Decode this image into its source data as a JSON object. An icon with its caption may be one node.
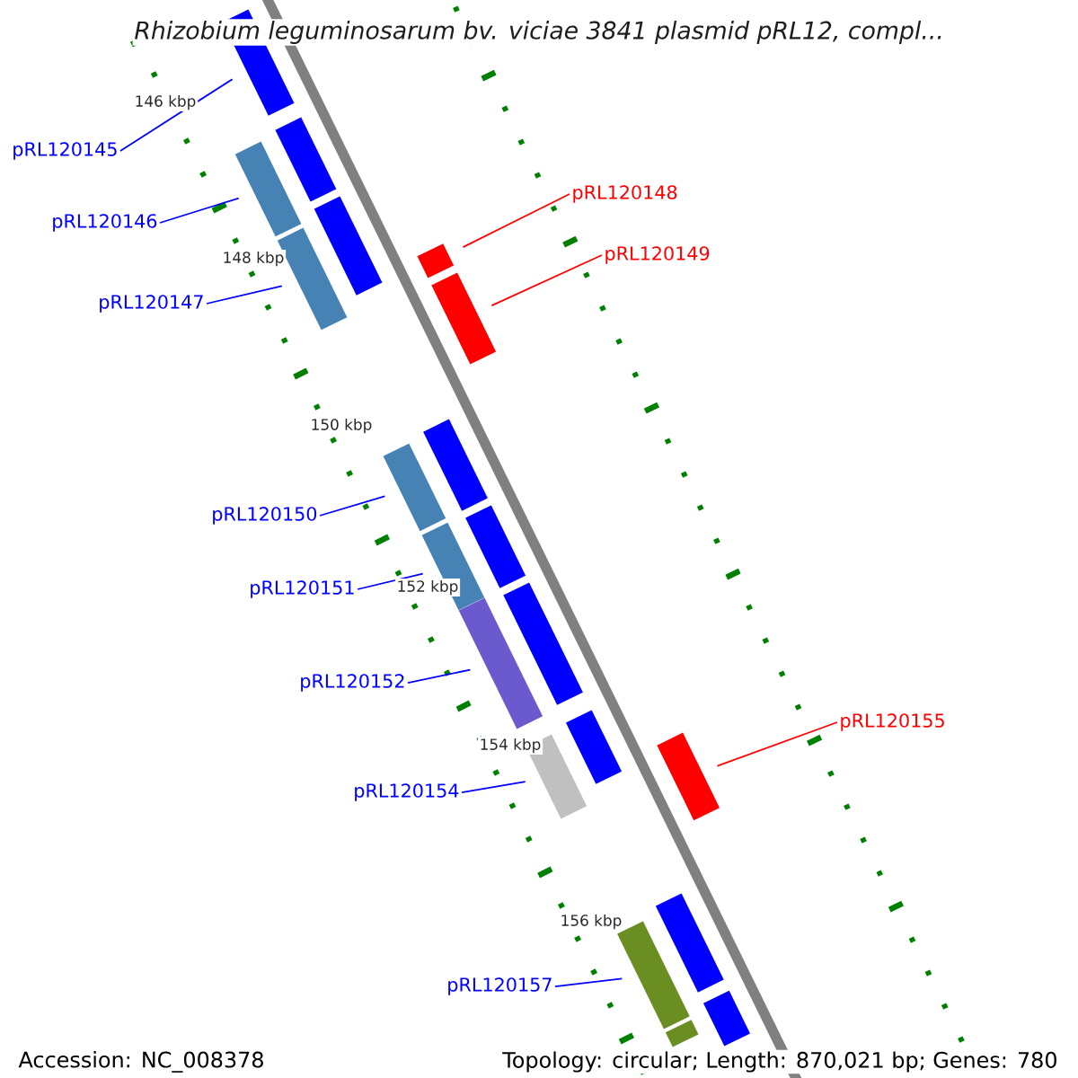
{
  "diagram": {
    "title": "*Rhizobium leguminosarum bv. viciae 3841 plasmid pRL12, compl...*",
    "nodes": [
      {
        "text": [
          "pRL120145"
        ]
      },
      {
        "text": [
          "pRL120146"
        ]
      },
      {
        "text": [
          "pRL120147"
        ]
      },
      {
        "text": [
          "pRL120148"
        ]
      },
      {
        "text": [
          "pRL120149"
        ]
      },
      {
        "text": [
          "pRL120150"
        ]
      },
      {
        "text": [
          "pRL120151"
        ]
      },
      {
        "text": [
          "pRL120152"
        ]
      },
      {
        "text": [
          "pRL120154"
        ]
      },
      {
        "text": [
          "pRL120155"
        ]
      },
      {
        "text": [
          "pRL120157"
        ]
      },
      {
        "text": [],
        "shape": "bar"
      },
      {
        "text": [],
        "shape": "bar"
      },
      {
        "text": [],
        "shape": "bar"
      },
      {
        "text": [],
        "shape": "bar"
      },
      {
        "text": [],
        "shape": "bar"
      },
      {
        "text": [],
        "shape": "bar"
      },
      {
        "text": [],
        "shape": "bar"
      },
      {
        "text": [],
        "shape": "bar"
      },
      {
        "text": [],
        "shape": "bar"
      },
      {
        "text": [],
        "shape": "bar"
      },
      {
        "text": [],
        "shape": "bar"
      },
      {
        "text": [],
        "shape": "bar"
      },
      {
        "text": [],
        "shape": "bar"
      },
      {
        "text": [],
        "shape": "bar"
      },
      {
        "text": [],
        "shape": "bar"
      },
      {
        "text": [],
        "shape": "bar"
      },
      {
        "text": [],
        "shape": "bar"
      },
      {
        "text": [],
        "shape": "bar"
      },
      {
        "text": [],
        "shape": "bar"
      },
      {
        "text": [],
        "shape": "bar"
      }
    ],
    "edges": [
      {
        "from": 0,
        "to": 11,
        "arrow": "none"
      },
      {
        "from": 1,
        "to": 12,
        "arrow": "none"
      },
      {
        "from": 2,
        "to": 13,
        "arrow": "none"
      },
      {
        "from": 3,
        "to": 14,
        "arrow": "none",
        "color": "#ff0000"
      },
      {
        "from": 4,
        "to": 15,
        "arrow": "none",
        "color": "#ff0000"
      },
      {
        "from": 5,
        "to": 16,
        "arrow": "none"
      },
      {
        "from": 6,
        "to": 17,
        "arrow": "none"
      },
      {
        "from": 7,
        "to": 18,
        "arrow": "none"
      },
      {
        "from": 8,
        "to": 19,
        "arrow": "none"
      },
      {
        "from": 9,
        "to": 20,
        "arrow": "none",
        "color": "#ff0000"
      },
      {
        "from": 10,
        "to": 21,
        "arrow": "none"
      }
    ],
    "labels": [
      "146 kbp",
      "148 kbp",
      "150 kbp",
      "152 kbp",
      "154 kbp",
      "156 kbp",
      "Accession: NC_008378",
      "Topology: circular; Length: 870,021 bp; Genes: 780"
    ]
  }
}
